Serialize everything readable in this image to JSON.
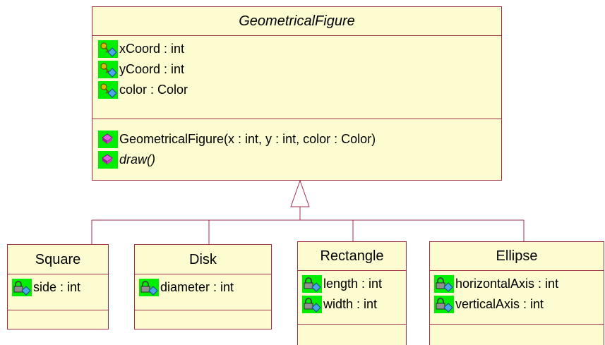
{
  "parent": {
    "name": "GeometricalFigure",
    "attributes": [
      {
        "text": "xCoord : int",
        "icon": "key-attribute-icon"
      },
      {
        "text": "yCoord : int",
        "icon": "key-attribute-icon"
      },
      {
        "text": "color : Color",
        "icon": "key-attribute-icon"
      }
    ],
    "operations": [
      {
        "text": "GeometricalFigure(x : int, y : int, color : Color)",
        "icon": "method-icon"
      },
      {
        "text": "draw()",
        "icon": "method-icon"
      }
    ]
  },
  "children": [
    {
      "name": "Square",
      "attributes": [
        {
          "text": "side : int",
          "icon": "lock-attribute-icon"
        }
      ]
    },
    {
      "name": "Disk",
      "attributes": [
        {
          "text": "diameter : int",
          "icon": "lock-attribute-icon"
        }
      ]
    },
    {
      "name": "Rectangle",
      "attributes": [
        {
          "text": "length : int",
          "icon": "lock-attribute-icon"
        },
        {
          "text": "width : int",
          "icon": "lock-attribute-icon"
        }
      ]
    },
    {
      "name": "Ellipse",
      "attributes": [
        {
          "text": "horizontalAxis : int",
          "icon": "lock-attribute-icon"
        },
        {
          "text": "verticalAxis : int",
          "icon": "lock-attribute-icon"
        }
      ]
    }
  ],
  "colors": {
    "fill": "#fcfcd0",
    "border": "#a0304a",
    "icon_bg": "#00ee00"
  }
}
